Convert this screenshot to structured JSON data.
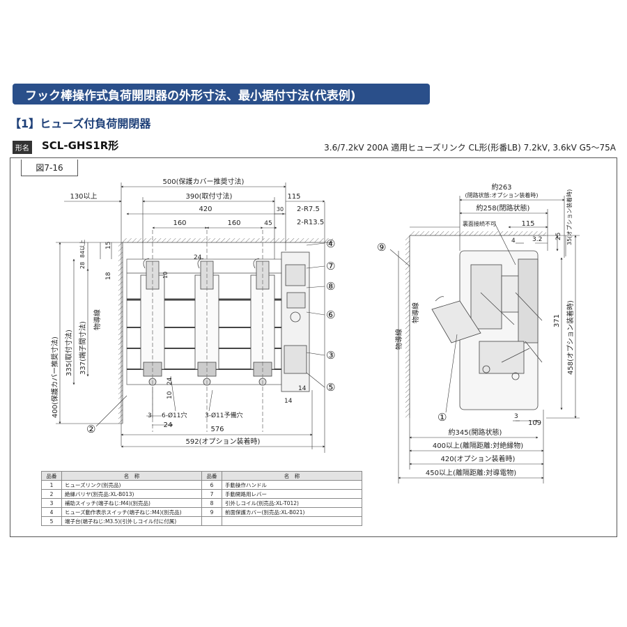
{
  "page": {
    "banner_title": "フック棒操作式負荷開閉器の外形寸法、最小据付寸法(代表例)",
    "section_title": "【1】ヒューズ付負荷開閉器",
    "model_tag": "形名",
    "model_name": "SCL-GHS1R形",
    "spec_text": "3.6/7.2kV 200A 適用ヒューズリンク CL形(形番LB) 7.2kV, 3.6kV G5〜75A",
    "figure_label": "図7-16"
  },
  "front_view": {
    "dims": {
      "d500": "500(保護カバー推奨寸法)",
      "d390": "390(取付寸法)",
      "d115": "115",
      "d130": "130以上",
      "d420": "420",
      "d30": "30",
      "r75": "2-R7.5",
      "d160a": "160",
      "d160b": "160",
      "d45": "45",
      "r135": "2-R13.5",
      "d15": "15",
      "d84": "84以上",
      "d28": "28",
      "d18": "18",
      "d24top": "24",
      "d10top": "10",
      "d400": "400(保護カバー推奨寸法)",
      "d335": "335(取付寸法)",
      "d337": "337(端子間寸法)",
      "wall": "物導線",
      "d24side": "24",
      "d10b": "10",
      "d14a": "14",
      "d14b": "14",
      "holes6": "6-Ø11穴",
      "holes3": "3-Ø11予備穴",
      "d3": "3",
      "d24bot": "24",
      "d576": "576",
      "d592": "592(オプション装着時)"
    },
    "callouts": [
      "④",
      "⑦",
      "⑧",
      "⑥",
      "③",
      "⑤",
      "②"
    ]
  },
  "side_view": {
    "dims": {
      "d263a": "約263",
      "d263b": "(閉路状態:オプション装着時)",
      "d258": "約258(閉路状態)",
      "back": "裏面接続不可",
      "d115": "115",
      "d4": "4",
      "d32": "3.2",
      "d25": "25",
      "d35": "35(オプション装着時)",
      "d371": "371",
      "d458": "458(オプション装着時)",
      "wall1": "物導線",
      "wall2": "物導線",
      "d3": "3",
      "d109": "109",
      "d345": "約345(開路状態)",
      "d400": "400以上(離隔距離:対絶縁物)",
      "d420": "420(オプション装着時)",
      "d450": "450以上(離隔距離:対導電物)"
    },
    "callouts": [
      "⑨",
      "①"
    ]
  },
  "parts_table": {
    "headers": [
      "品番",
      "名　称",
      "品番",
      "名　称"
    ],
    "rows": [
      {
        "n1": "1",
        "name1": "ヒューズリンク(別売品)",
        "n2": "6",
        "name2": "手動操作ハンドル"
      },
      {
        "n1": "2",
        "name1": "絶縁バリヤ(別売品:XL-B013)",
        "n2": "7",
        "name2": "手動開路用レバー"
      },
      {
        "n1": "3",
        "name1": "補助スイッチ(端子ねじ:M4)(別売品)",
        "n2": "8",
        "name2": "引外しコイル(別売品:XL-T012)"
      },
      {
        "n1": "4",
        "name1": "ヒューズ動作表示スイッチ(端子ねじ:M4)(別売品)",
        "n2": "9",
        "name2": "前面保護カバー(別売品:XL-B021)"
      },
      {
        "n1": "5",
        "name1": "端子台(端子ねじ:M3.5)(引外しコイル付に付属)",
        "n2": "",
        "name2": ""
      }
    ]
  }
}
